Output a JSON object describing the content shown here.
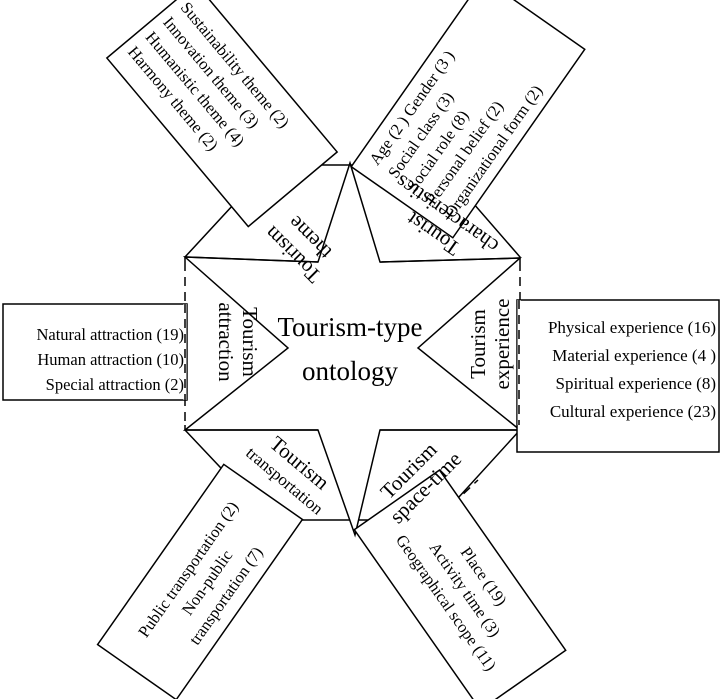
{
  "center": {
    "line1": "Tourism-type",
    "line2": "ontology"
  },
  "categories": {
    "theme": {
      "line1": "Tourism",
      "line2": "theme"
    },
    "tourist": {
      "line1": "Tourist",
      "line2": "characteristics"
    },
    "experience": {
      "line1": "Tourism",
      "line2": "experience"
    },
    "spacetime": {
      "line1": "Tourism",
      "line2": "space-time"
    },
    "transportation": {
      "line1": "Tourism",
      "line2": "transportation"
    },
    "attraction": {
      "line1": "Tourism",
      "line2": "attraction"
    }
  },
  "boxes": {
    "theme": [
      "Sustainability theme (2)",
      "Innovation theme (3)",
      "Humanistic theme (4)",
      "Harmony theme (2)"
    ],
    "tourist": [
      "Age (2 ) Gender (3 )",
      "Social class (3)",
      "Social role (8)",
      "Personal belief (2)",
      "Organizational form (2)"
    ],
    "experience": [
      "Physical experience (16)",
      "Material experience (4 )",
      "Spiritual experience (8)",
      "Cultural experience (23)"
    ],
    "spacetime": [
      "Place (19)",
      "Activity time (3)",
      "Geographical scope (11)"
    ],
    "transportation": [
      "Public transportation (2)",
      "Non-public",
      "transportation (7)"
    ],
    "attraction": [
      "Natural attraction (19)",
      "Human attraction (10)",
      "Special attraction (2)"
    ]
  }
}
